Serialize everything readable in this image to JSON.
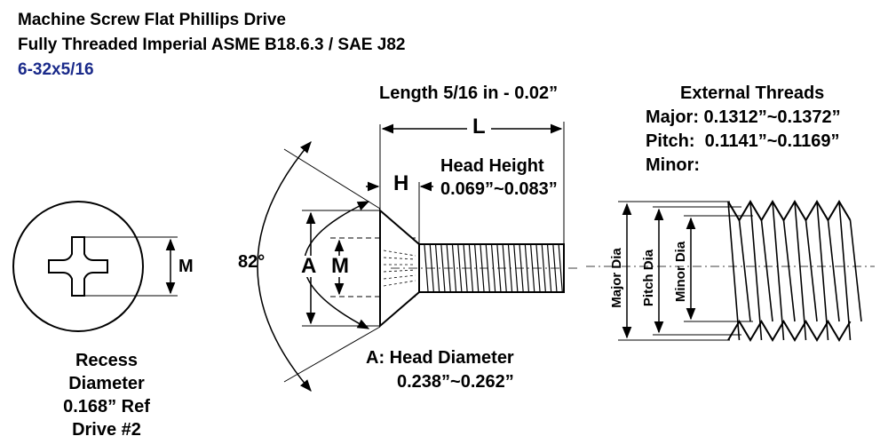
{
  "header": {
    "title": "Machine Screw Flat Phillips Drive",
    "subtitle": "Fully Threaded Imperial ASME B18.6.3 / SAE J82",
    "size": "6-32x5/16"
  },
  "recess": {
    "m_label": "M",
    "line1": "Recess",
    "line2": "Diameter",
    "line3": "0.168” Ref",
    "line4": "Drive #2"
  },
  "side_view": {
    "angle": "82°",
    "a_label": "A",
    "m_label": "M",
    "h_label": "H",
    "l_label": "L",
    "length": "Length 5/16 in - 0.02”",
    "head_height_title": "Head Height",
    "head_height_value": "0.069”~0.083”",
    "head_diameter_title": "A: Head Diameter",
    "head_diameter_value": "0.238”~0.262”"
  },
  "threads": {
    "title": "External Threads",
    "major": "Major: 0.1312”~0.1372”",
    "pitch": "Pitch:  0.1141”~0.1169”",
    "minor": "Minor:",
    "major_dia": "Major Dia",
    "pitch_dia": "Pitch Dia",
    "minor_dia": "Minor Dia"
  }
}
